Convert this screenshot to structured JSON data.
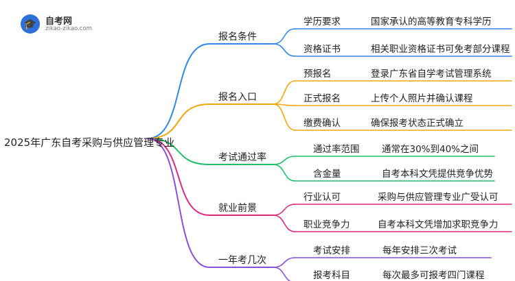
{
  "logo": {
    "title": "自考网",
    "subtitle": "zikao-zikao.com"
  },
  "root": "2025年广东自考采购与供应管理专业",
  "branches": [
    {
      "label": "报名条件",
      "color": "#2f86e6",
      "children": [
        {
          "key": "学历要求",
          "value": "国家承认的高等教育专科学历"
        },
        {
          "key": "资格证书",
          "value": "相关职业资格证书可免考部分课程"
        }
      ]
    },
    {
      "label": "报名入口",
      "color": "#f2a60a",
      "children": [
        {
          "key": "预报名",
          "value": "登录广东省自学考试管理系统"
        },
        {
          "key": "正式报名",
          "value": "上传个人照片并确认课程"
        },
        {
          "key": "缴费确认",
          "value": "确保报考状态正式确立"
        }
      ]
    },
    {
      "label": "考试通过率",
      "color": "#1fbf6a",
      "children": [
        {
          "key": "通过率范围",
          "value": "通常在30%到40%之间"
        },
        {
          "key": "含金量",
          "value": "自考本科文凭提供竞争优势"
        }
      ]
    },
    {
      "label": "就业前景",
      "color": "#e0257f",
      "children": [
        {
          "key": "行业认可",
          "value": "采购与供应管理专业广受认可"
        },
        {
          "key": "职业竞争力",
          "value": "自考本科文凭增加求职竞争力"
        }
      ]
    },
    {
      "label": "一年考几次",
      "color": "#8a4fd6",
      "children": [
        {
          "key": "考试安排",
          "value": "每年安排三次考试"
        },
        {
          "key": "报考科目",
          "value": "每次最多可报考四门课程"
        }
      ]
    }
  ]
}
